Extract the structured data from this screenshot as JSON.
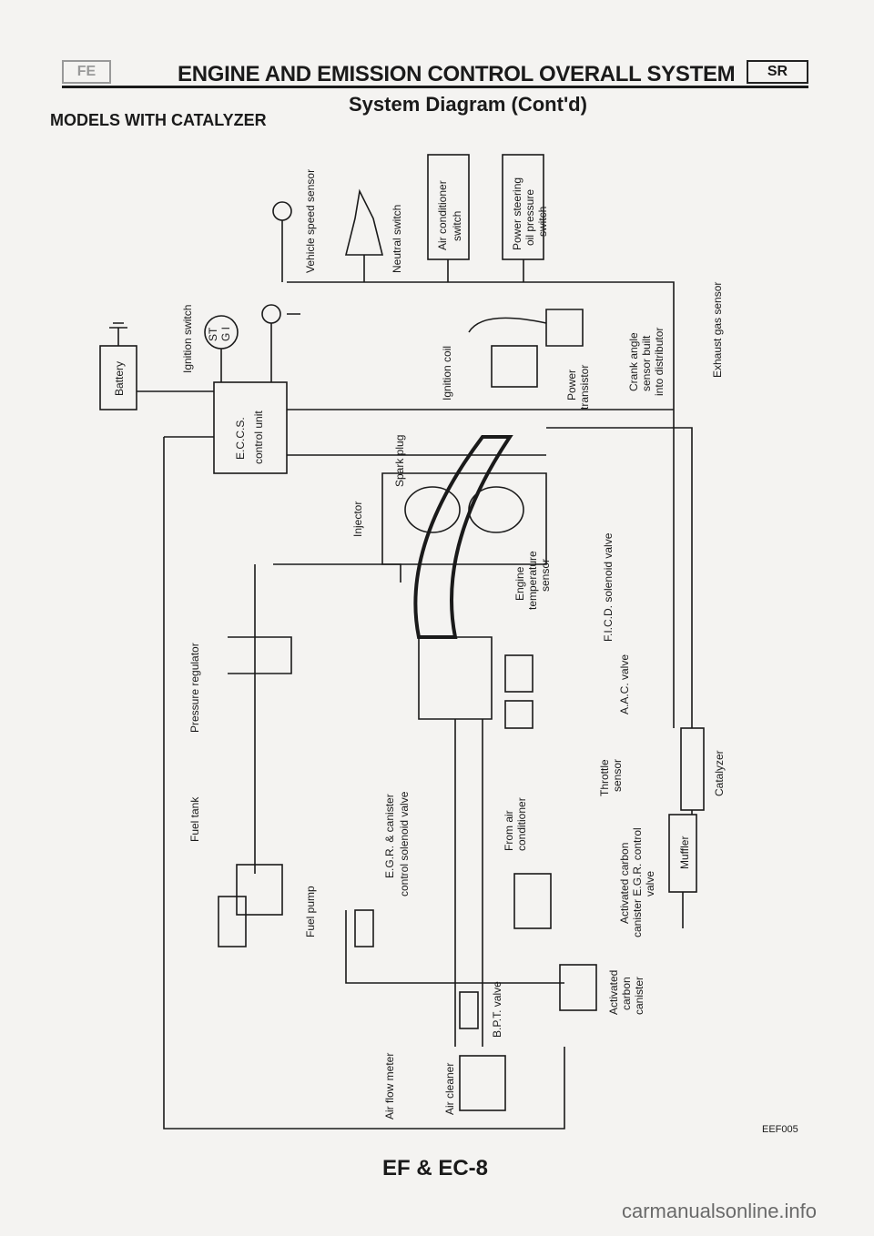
{
  "header": {
    "left_badge": "FE",
    "title": "ENGINE AND EMISSION CONTROL OVERALL SYSTEM",
    "right_badge": "SR",
    "subtitle": "System Diagram (Cont'd)"
  },
  "section_title": "MODELS WITH CATALYZER",
  "labels": {
    "battery": "Battery",
    "ignition_switch": "Ignition switch",
    "ecu_1": "E.C.C.S.",
    "ecu_2": "control unit",
    "st_1": "ST",
    "st_2": "G I",
    "vss": "Vehicle speed sensor",
    "neutral": "Neutral switch",
    "ac_1": "Air conditioner",
    "ac_2": "switch",
    "ps_1": "Power steering",
    "ps_2": "oil pressure",
    "ps_3": "switch",
    "ign_coil": "Ignition coil",
    "power_tr_1": "Power",
    "power_tr_2": "transistor",
    "crank_1": "Crank angle",
    "crank_2": "sensor built",
    "crank_3": "into distributor",
    "exhaust_gas": "Exhaust gas sensor",
    "spark_plug": "Spark plug",
    "injector": "Injector",
    "eng_temp_1": "Engine",
    "eng_temp_2": "temperature",
    "eng_temp_3": "sensor",
    "ficd": "F.I.C.D. solenoid valve",
    "aac": "A.A.C. valve",
    "pressure_reg": "Pressure regulator",
    "catalyzer": "Catalyzer",
    "throttle_1": "Throttle",
    "throttle_2": "sensor",
    "from_ac_1": "From air",
    "from_ac_2": "conditioner",
    "fuel_tank": "Fuel tank",
    "egr_1": "E.G.R. & canister",
    "egr_2": "control solenoid valve",
    "canister_egr_1": "Activated carbon",
    "canister_egr_2": "canister E.G.R. control",
    "canister_egr_3": "valve",
    "muffler": "Muffler",
    "fuel_pump": "Fuel pump",
    "bpt": "B.P.T. valve",
    "canister_1": "Activated",
    "canister_2": "carbon",
    "canister_3": "canister",
    "afm": "Air flow meter",
    "air_cleaner": "Air cleaner"
  },
  "figure_code": "EEF005",
  "footer": "EF & EC-8",
  "watermark": "carmanualsonline.info"
}
